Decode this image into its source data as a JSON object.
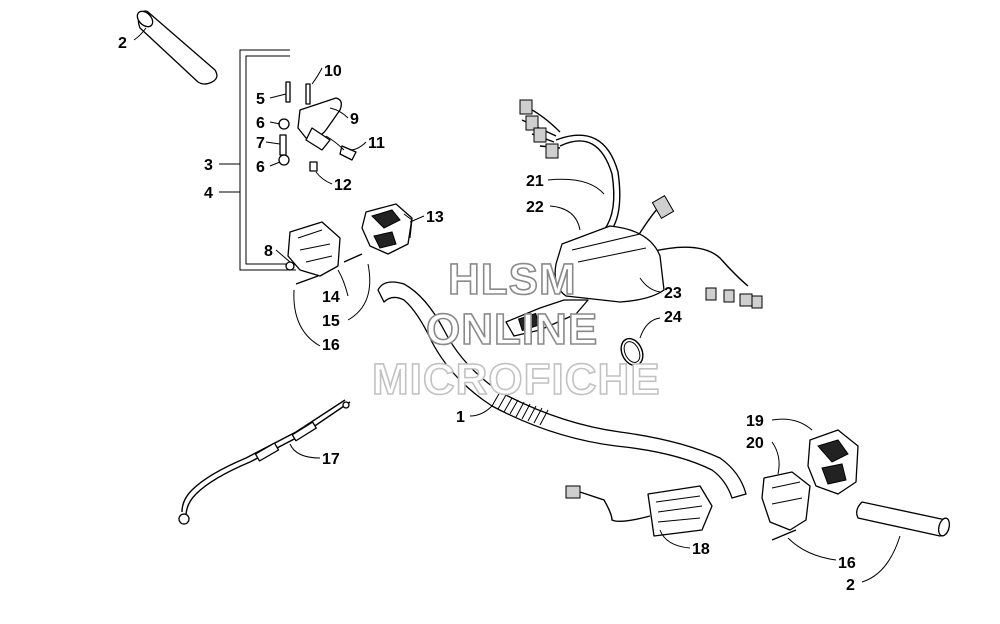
{
  "callouts": [
    {
      "id": "c-2a",
      "label": "2"
    },
    {
      "id": "c-10",
      "label": "10"
    },
    {
      "id": "c-5",
      "label": "5"
    },
    {
      "id": "c-9",
      "label": "9"
    },
    {
      "id": "c-6a",
      "label": "6"
    },
    {
      "id": "c-7",
      "label": "7"
    },
    {
      "id": "c-11",
      "label": "11"
    },
    {
      "id": "c-3",
      "label": "3"
    },
    {
      "id": "c-6b",
      "label": "6"
    },
    {
      "id": "c-12",
      "label": "12"
    },
    {
      "id": "c-4",
      "label": "4"
    },
    {
      "id": "c-13",
      "label": "13"
    },
    {
      "id": "c-8",
      "label": "8"
    },
    {
      "id": "c-14",
      "label": "14"
    },
    {
      "id": "c-15",
      "label": "15"
    },
    {
      "id": "c-16a",
      "label": "16"
    },
    {
      "id": "c-21",
      "label": "21"
    },
    {
      "id": "c-22",
      "label": "22"
    },
    {
      "id": "c-23",
      "label": "23"
    },
    {
      "id": "c-24",
      "label": "24"
    },
    {
      "id": "c-1",
      "label": "1"
    },
    {
      "id": "c-17",
      "label": "17"
    },
    {
      "id": "c-19",
      "label": "19"
    },
    {
      "id": "c-20",
      "label": "20"
    },
    {
      "id": "c-18",
      "label": "18"
    },
    {
      "id": "c-16b",
      "label": "16"
    },
    {
      "id": "c-2b",
      "label": "2"
    }
  ],
  "watermark": {
    "line1": "HLSM",
    "line2": "ONLINE",
    "line3": "MICROFICHE"
  },
  "colors": {
    "ink": "#000000",
    "background": "#ffffff",
    "watermark_stroke": "#8a8a8a"
  }
}
